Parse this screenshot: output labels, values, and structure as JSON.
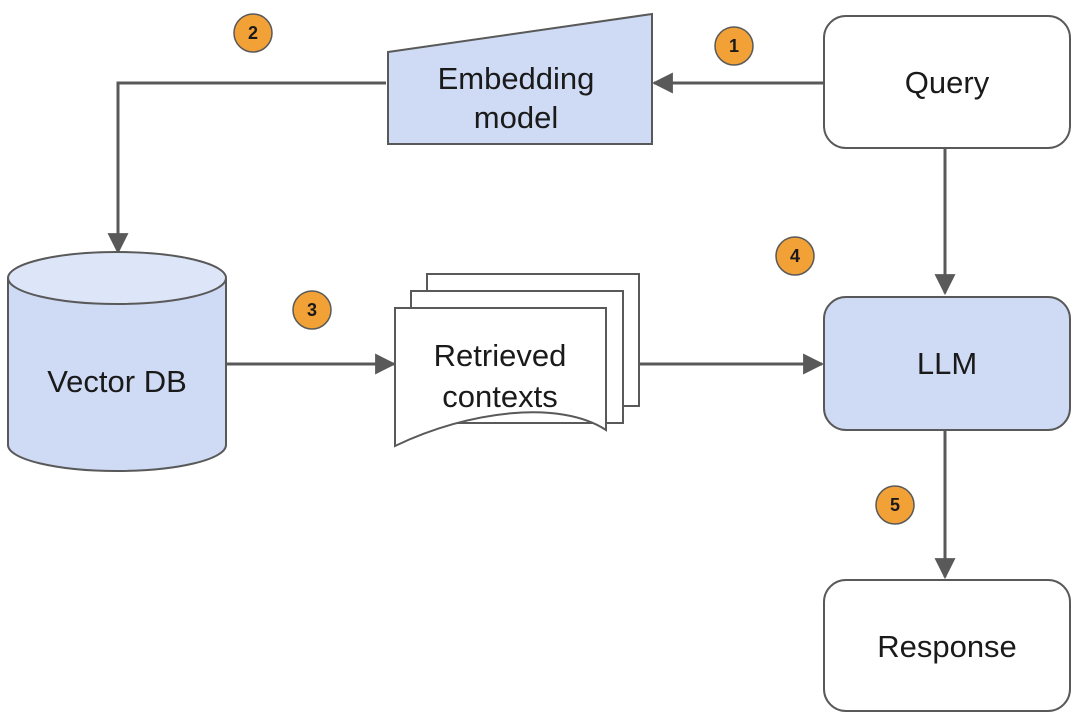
{
  "nodes": {
    "query": "Query",
    "embedding_line1": "Embedding",
    "embedding_line2": "model",
    "vector_db": "Vector DB",
    "retrieved_line1": "Retrieved",
    "retrieved_line2": "contexts",
    "llm": "LLM",
    "response": "Response"
  },
  "steps": [
    "1",
    "2",
    "3",
    "4",
    "5"
  ],
  "colors": {
    "node_fill_blue": "#cfdbf4",
    "node_fill_white": "#ffffff",
    "node_stroke": "#595959",
    "edge": "#595959",
    "badge_fill": "#f2a137"
  }
}
